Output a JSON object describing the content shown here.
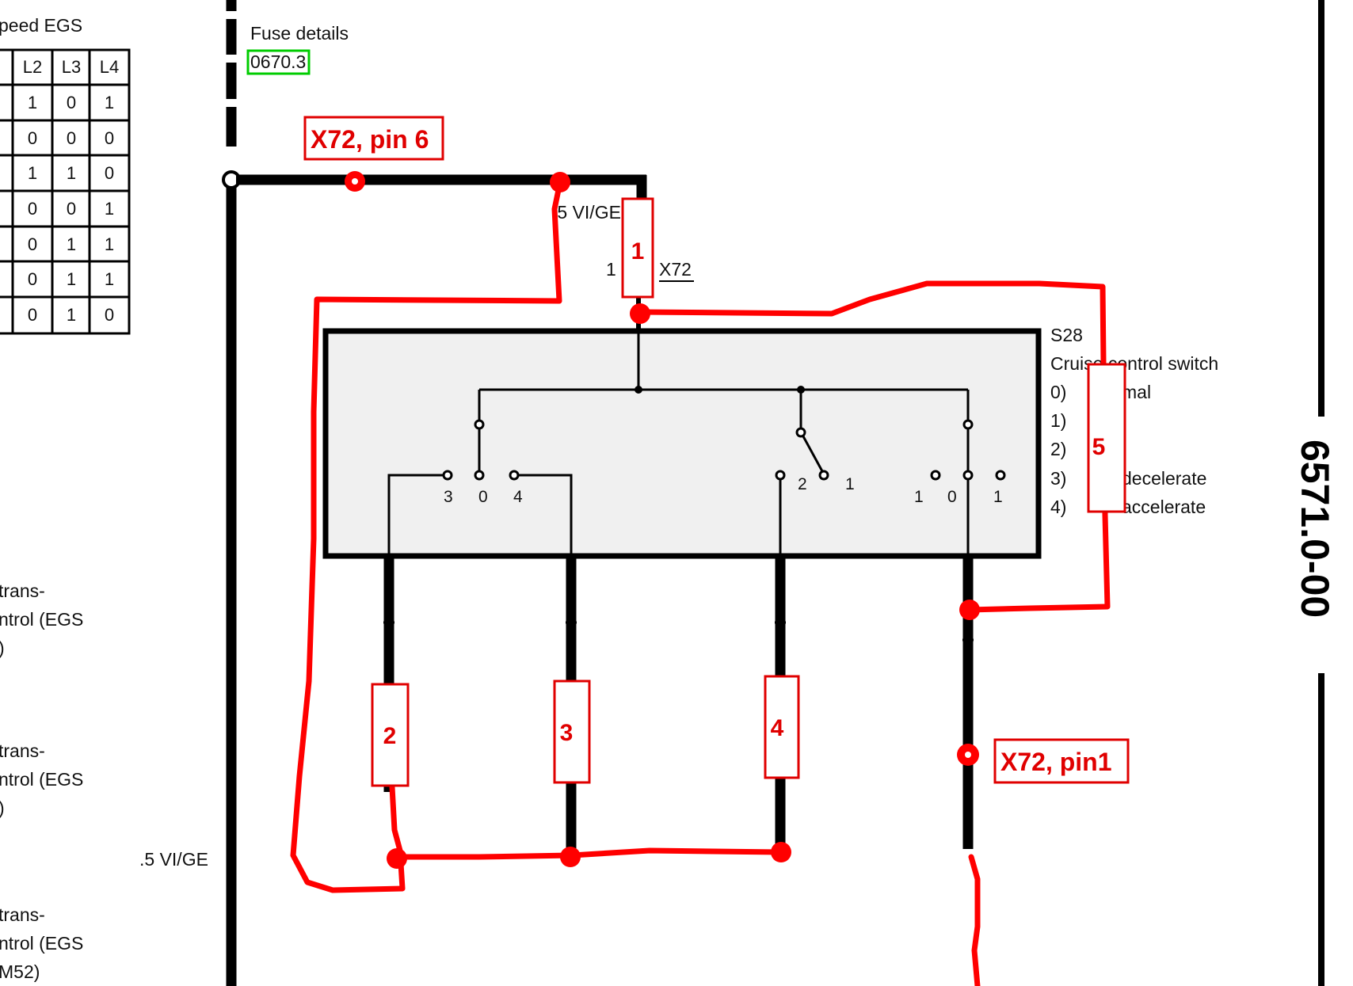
{
  "header": {
    "partial_title": "peed EGS",
    "fuse_details": "Fuse details",
    "fuse_ref": "0670.3"
  },
  "table": {
    "columns": [
      "L2",
      "L3",
      "L4"
    ],
    "rows": [
      [
        "1",
        "0",
        "1"
      ],
      [
        "0",
        "0",
        "0"
      ],
      [
        "1",
        "1",
        "0"
      ],
      [
        "0",
        "0",
        "1"
      ],
      [
        "0",
        "1",
        "1"
      ],
      [
        "0",
        "1",
        "1"
      ],
      [
        "0",
        "1",
        "0"
      ]
    ]
  },
  "left_labels": [
    {
      "l1": "trans-",
      "l2": "ntrol (EGS",
      "l3": ")"
    },
    {
      "l1": "trans-",
      "l2": "ntrol (EGS",
      "l3": ")"
    },
    {
      "l1": "trans-",
      "l2": "ntrol (EGS",
      "l3": "M52)"
    }
  ],
  "wires": {
    "top_color": ".5 VI/GE",
    "bottom_color": ".5 VI/GE",
    "connector_pin": "1",
    "connector_name": "X72"
  },
  "component": {
    "id": "S28",
    "name": "Cruise control switch",
    "positions": [
      {
        "num": "0)",
        "text": "mal"
      },
      {
        "num": "1)",
        "text": ""
      },
      {
        "num": "2)",
        "text": ""
      },
      {
        "num": "3)",
        "text": "decelerate"
      },
      {
        "num": "4)",
        "text": "accelerate"
      }
    ],
    "switch1_contacts": [
      "3",
      "0",
      "4"
    ],
    "switch2_contacts": [
      "2",
      "1"
    ],
    "switch3_contacts": [
      "1",
      "0",
      "1"
    ]
  },
  "annotations": {
    "label_top": "X72, pin 6",
    "label_bottom": "X72, pin1",
    "box1": "1",
    "box2": "2",
    "box3": "3",
    "box4": "4",
    "box5": "5"
  },
  "page_number": "6571.0-00",
  "colors": {
    "annotation_red": "#ff0000",
    "label_red": "#e00000",
    "fuse_box_green": "#00cc00",
    "component_fill": "#f0f0f0",
    "wire": "#000000"
  }
}
